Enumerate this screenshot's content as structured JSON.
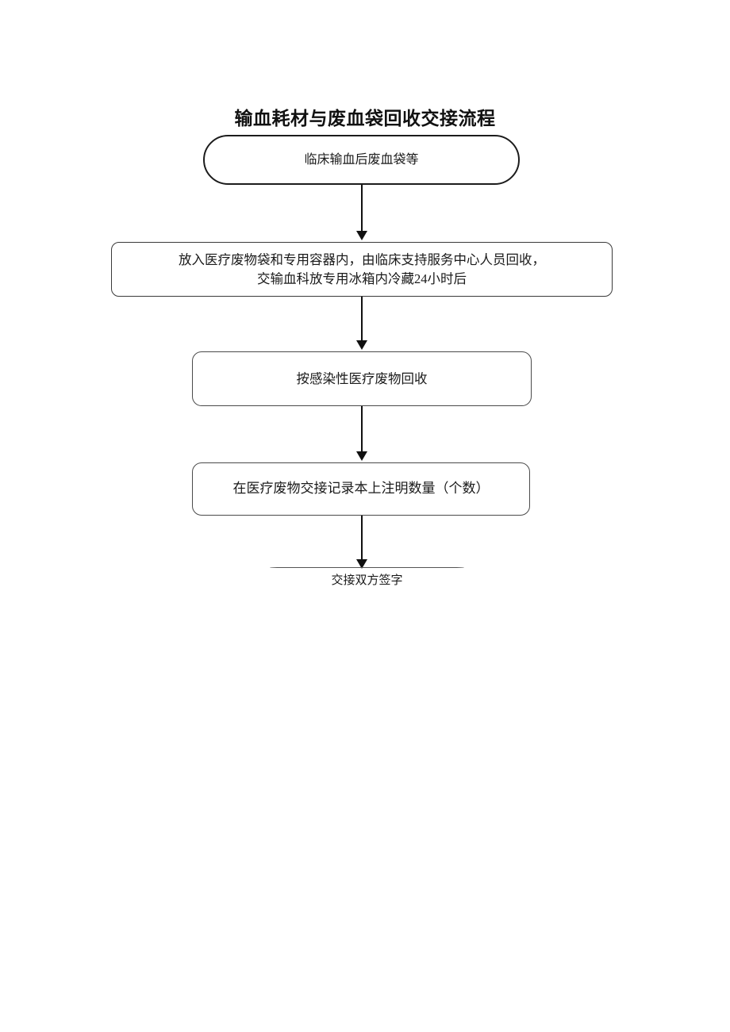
{
  "document": {
    "title": "输血耗材与废血袋回收交接流程",
    "language": "zh-CN",
    "page_background": "#ffffff",
    "ink_color": "#1a1a1a"
  },
  "flowchart": {
    "orientation": "top-to-bottom",
    "node_count": 5,
    "connector_count": 4,
    "nodes": [
      {
        "id": "start",
        "shape": "stadium",
        "label": "临床输血后废血袋等",
        "line_count": 1
      },
      {
        "id": "collect",
        "shape": "rounded-rect",
        "label": "放入医疗废物袋和专用容器内，由临床支持服务中心人员回收，\n交输血科放专用冰箱内冷藏24小时后",
        "line_count": 2
      },
      {
        "id": "recycle",
        "shape": "rounded-rect",
        "label": "按感染性医疗废物回收",
        "line_count": 1
      },
      {
        "id": "record",
        "shape": "rounded-rect",
        "label": "在医疗废物交接记录本上注明数量（个数）",
        "line_count": 1
      },
      {
        "id": "sign",
        "shape": "collapsed-rect",
        "label": "交接双方签字",
        "line_count": 1
      }
    ],
    "connectors": [
      {
        "id": "conn-1",
        "from": "start",
        "to": "collect",
        "style": "solid-arrow"
      },
      {
        "id": "conn-2",
        "from": "collect",
        "to": "recycle",
        "style": "solid-arrow"
      },
      {
        "id": "conn-3",
        "from": "recycle",
        "to": "record",
        "style": "solid-arrow"
      },
      {
        "id": "conn-4",
        "from": "record",
        "to": "sign",
        "style": "solid-arrow"
      }
    ]
  }
}
